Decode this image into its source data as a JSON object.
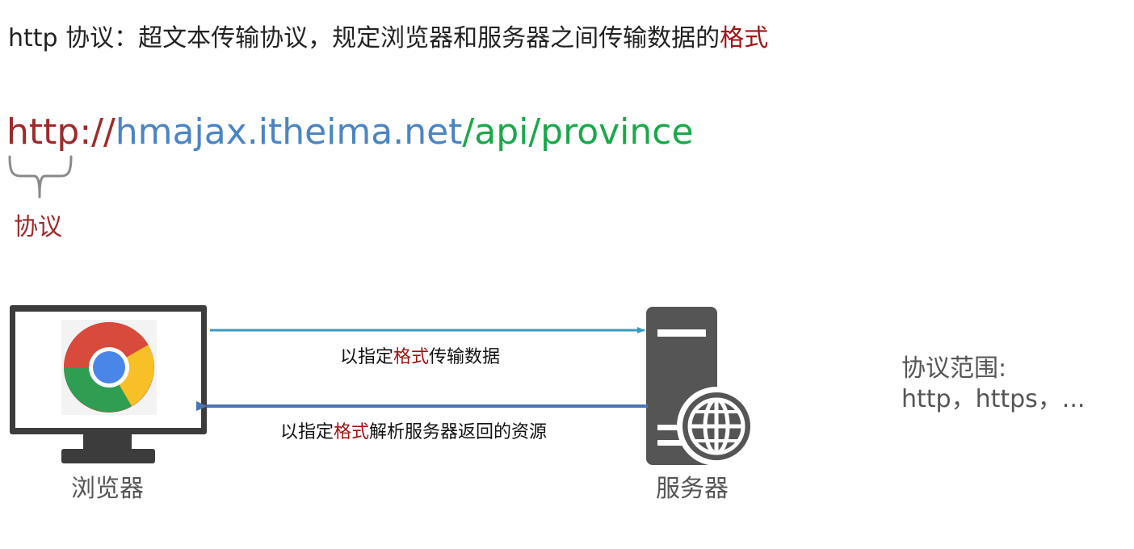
{
  "title": {
    "prefix": "http 协议：超文本传输协议，规定浏览器和服务器之间传输数据的",
    "highlight": "格式"
  },
  "url": {
    "protocol": "http://",
    "domain": "hmajax.itheima.net",
    "path": "/api/province"
  },
  "protocol_label": "协议",
  "arrows": {
    "request": {
      "before": "以指定",
      "highlight": "格式",
      "after": "传输数据"
    },
    "response": {
      "before": "以指定",
      "highlight": "格式",
      "after": "解析服务器返回的资源"
    }
  },
  "nodes": {
    "browser": "浏览器",
    "server": "服务器"
  },
  "scope": {
    "title": "协议范围:",
    "items": "http，https，..."
  },
  "colors": {
    "highlight": "#a01515",
    "protocol": "#9e2a2b",
    "domain": "#4a84c4",
    "path": "#1aa84a",
    "arrow_request": "#3a9bbf",
    "arrow_response": "#4a74b3",
    "device": "#3c3c3c"
  },
  "icons": {
    "browser": "chrome-monitor-icon",
    "server": "server-globe-icon"
  }
}
